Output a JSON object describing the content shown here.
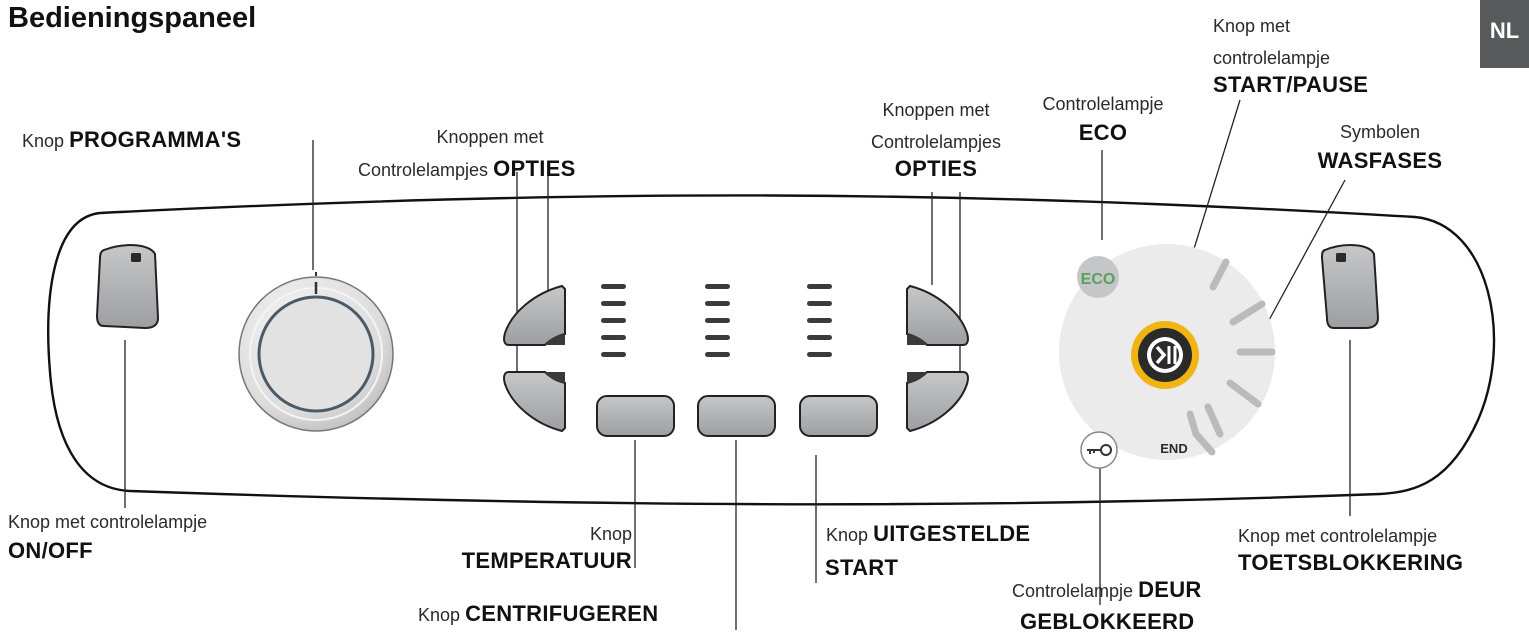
{
  "title": "Bedieningspaneel",
  "language_tab": "NL",
  "labels": {
    "programs": {
      "prefix": "Knop",
      "name": "PROGRAMMA'S"
    },
    "options_left": {
      "line1": "Knoppen met",
      "line2": "Controlelampjes",
      "name": "OPTIES"
    },
    "options_right": {
      "line1": "Knoppen met",
      "line2": "Controlelampjes",
      "name": "OPTIES"
    },
    "eco": {
      "line1": "Controlelampje",
      "name": "ECO"
    },
    "start_pause": {
      "line1": "Knop met",
      "line2": "controlelampje",
      "name": "START/PAUSE"
    },
    "wash_phases": {
      "line1": "Symbolen",
      "name": "WASFASES"
    },
    "on_off": {
      "line1": "Knop met controlelampje",
      "name": "ON/OFF"
    },
    "temperature": {
      "line1": "Knop",
      "name": "TEMPERATUUR"
    },
    "spin": {
      "prefix": "Knop",
      "name": "CENTRIFUGEREN"
    },
    "delayed_start": {
      "prefix": "Knop",
      "name1": "UITGESTELDE",
      "name2": "START"
    },
    "door_locked": {
      "prefix": "Controlelampje",
      "name1": "DEUR",
      "name2": "GEBLOKKEERD"
    },
    "key_lock": {
      "line1": "Knop met controlelampje",
      "name": "TOETSBLOKKERING"
    }
  },
  "panel": {
    "eco_badge": "ECO",
    "end_label": "END"
  },
  "colors": {
    "button_fill": "#a9abae",
    "phase_disc": "#ebebec",
    "start_ring": "#f2b315",
    "tab_bg": "#58595b"
  }
}
